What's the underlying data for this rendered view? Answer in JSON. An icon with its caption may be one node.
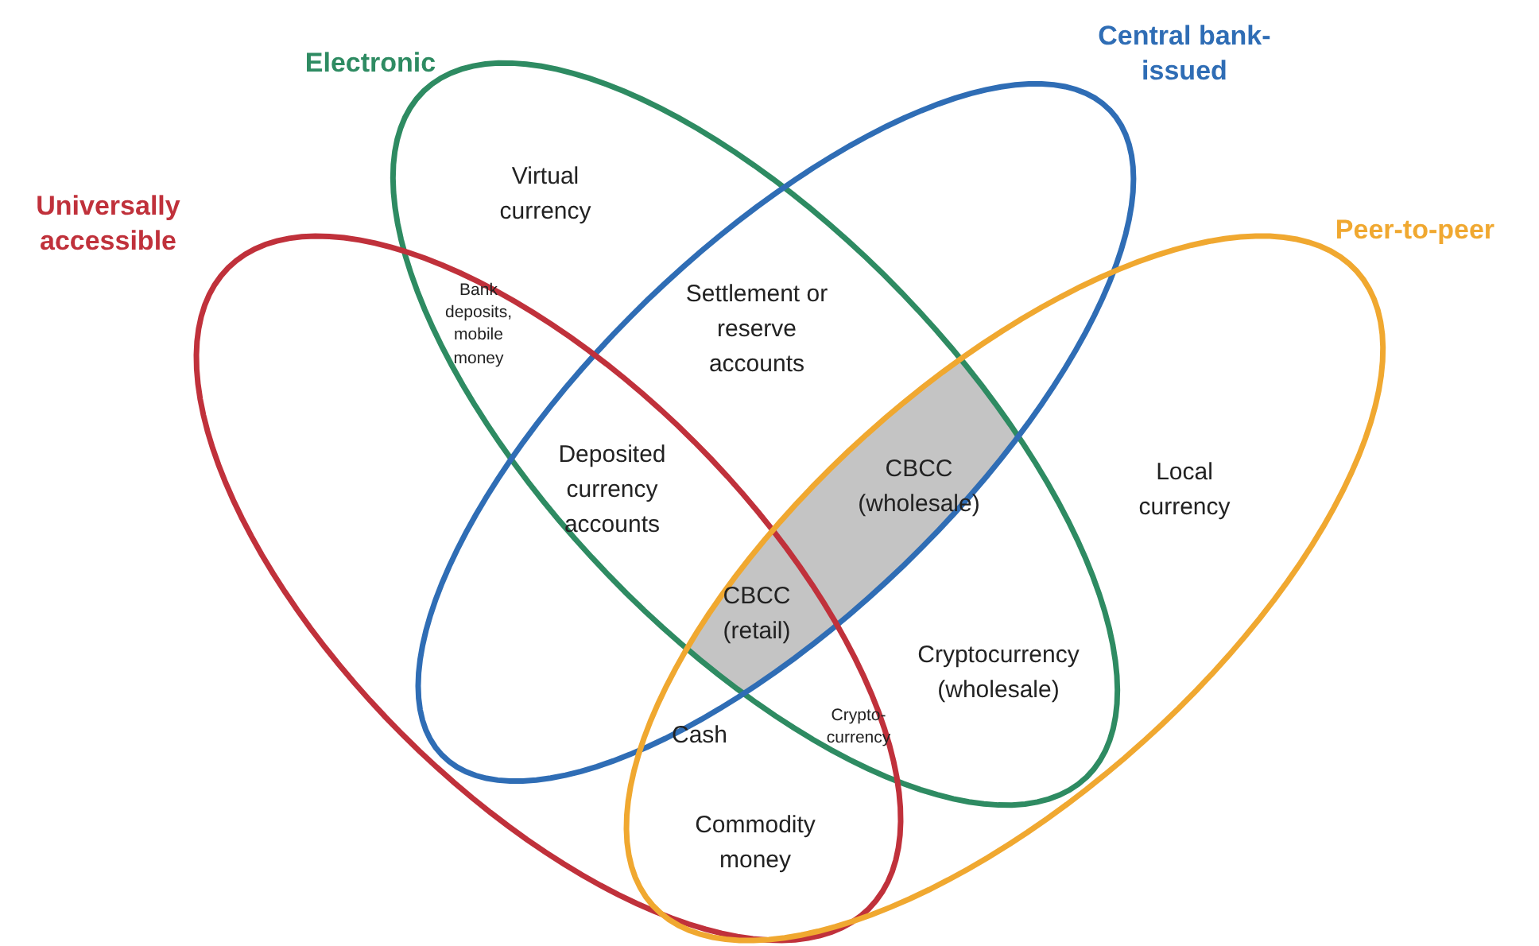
{
  "diagram": {
    "nodes": [
      {
        "text": [
          "Electronic"
        ]
      },
      {
        "text": [
          "Central bank-issued"
        ]
      },
      {
        "text": [
          "Universally accessible"
        ]
      },
      {
        "text": [
          "Peer-to-peer"
        ]
      }
    ],
    "labels": [
      "Virtual currency",
      "Bank deposits, mobile money",
      "Settlement or reserve accounts",
      "Deposited currency accounts",
      "CBCC (wholesale)",
      "Local currency",
      "CBCC (retail)",
      "Cryptocurrency (wholesale)",
      "Cash",
      "Crypto-currency",
      "Commodity money"
    ]
  }
}
